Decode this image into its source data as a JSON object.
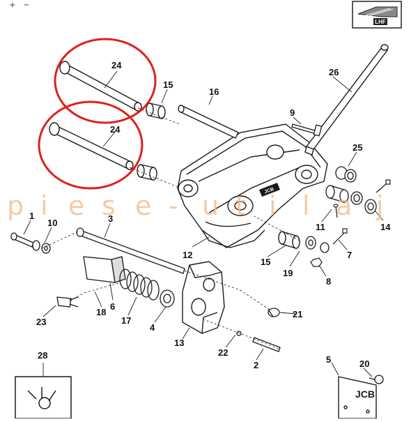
{
  "toolbar": {
    "zoom_in": "+",
    "zoom_out": "−"
  },
  "view_badge": {
    "label": "LHF"
  },
  "watermark": {
    "chars": [
      "p",
      "i",
      "e",
      "s",
      "e",
      "-",
      "u",
      "t",
      "i",
      "l",
      "a",
      "j"
    ]
  },
  "callouts": [
    "1",
    "2",
    "3",
    "4",
    "5",
    "6",
    "7",
    "8",
    "9",
    "10",
    "11",
    "12",
    "13",
    "14",
    "15",
    "15",
    "16",
    "17",
    "18",
    "19",
    "20",
    "21",
    "22",
    "23",
    "24",
    "24",
    "25",
    "26",
    "28"
  ],
  "colors": {
    "line": "#1a1a1a",
    "highlight": "#e0201a",
    "watermark": "#f2b98a"
  }
}
